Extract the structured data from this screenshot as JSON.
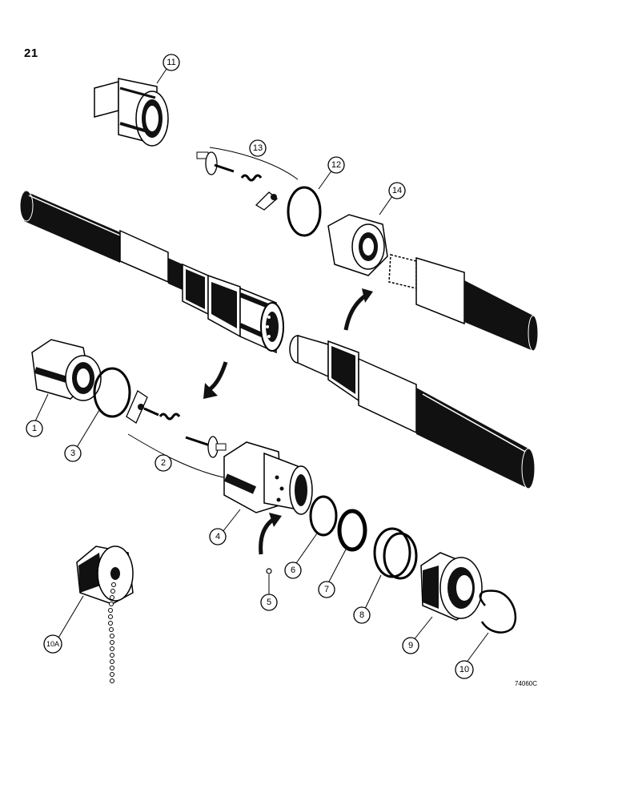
{
  "page_code": "21",
  "drawing_ref": "74060C",
  "callouts": [
    {
      "id": "1",
      "label": "1"
    },
    {
      "id": "2",
      "label": "2"
    },
    {
      "id": "3",
      "label": "3"
    },
    {
      "id": "4",
      "label": "4"
    },
    {
      "id": "5",
      "label": "5"
    },
    {
      "id": "6",
      "label": "6"
    },
    {
      "id": "7",
      "label": "7"
    },
    {
      "id": "8",
      "label": "8"
    },
    {
      "id": "9",
      "label": "9"
    },
    {
      "id": "10",
      "label": "10"
    },
    {
      "id": "10A",
      "label": "10A"
    },
    {
      "id": "11",
      "label": "11"
    },
    {
      "id": "12",
      "label": "12"
    },
    {
      "id": "13",
      "label": "13"
    },
    {
      "id": "14",
      "label": "14"
    }
  ]
}
